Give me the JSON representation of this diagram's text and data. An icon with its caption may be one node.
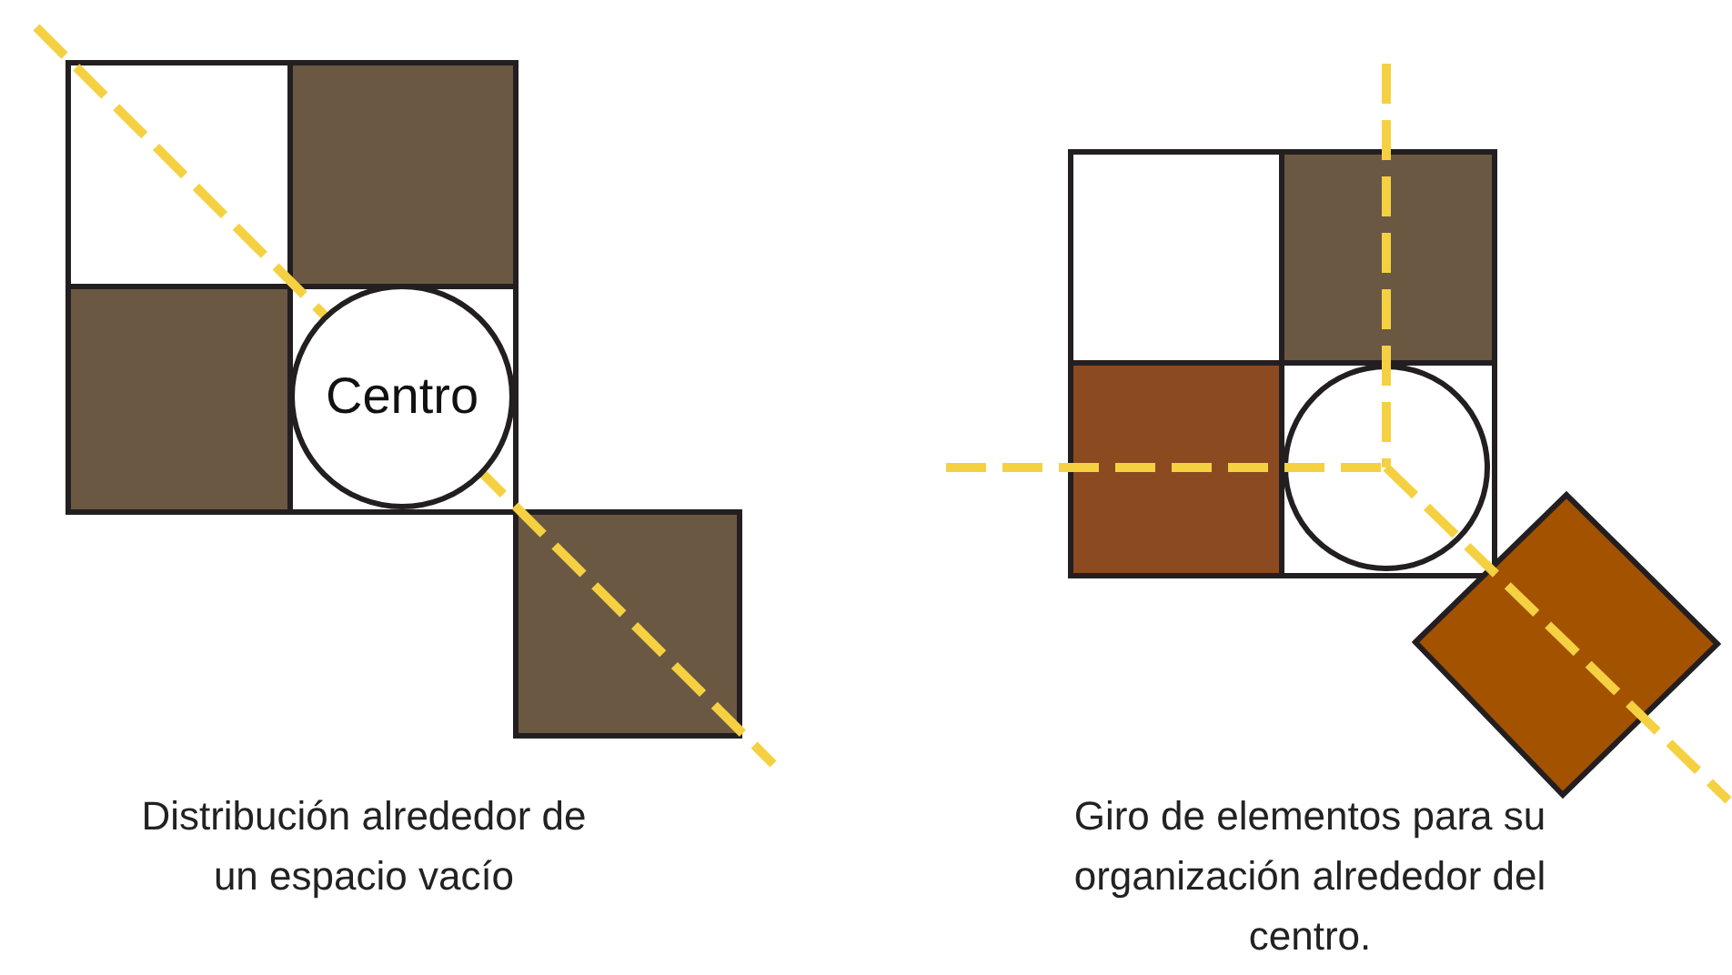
{
  "diagram": {
    "nodes": [
      {
        "text": [],
        "shape": "box"
      },
      {
        "text": [],
        "shape": "box"
      },
      {
        "text": [],
        "shape": "box"
      },
      {
        "text": [],
        "shape": "box"
      },
      {
        "text": [
          "Centro"
        ],
        "in": 3
      },
      {
        "text": [],
        "shape": "box"
      },
      {
        "text": [],
        "shape": "box"
      },
      {
        "text": [],
        "shape": "box"
      },
      {
        "text": [],
        "shape": "box"
      },
      {
        "text": [],
        "shape": "box"
      },
      {
        "text": [],
        "shape": "circle",
        "in": 9
      },
      {
        "text": [],
        "shape": "diamond"
      }
    ],
    "labels": [
      "Distribución alrededor de un espacio vacío",
      "Giro de elementos para su organización alrededor del centro."
    ]
  }
}
